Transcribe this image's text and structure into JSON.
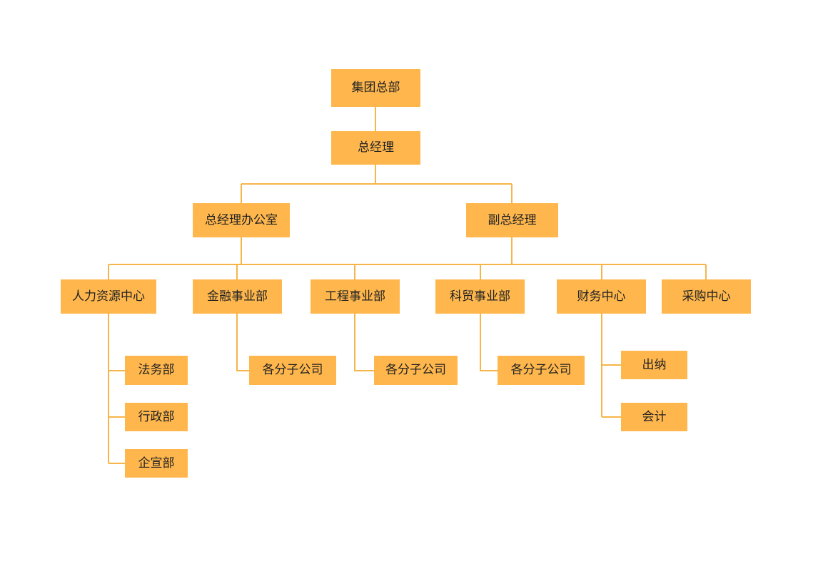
{
  "colors": {
    "node_fill": "#FFB74D",
    "connector": "#F6B548",
    "text": "#222222"
  },
  "org": {
    "root": "集团总部",
    "general_manager": "总经理",
    "gm_office": "总经理办公室",
    "deputy_gm": "副总经理",
    "departments": {
      "hr": "人力资源中心",
      "finance_biz": "金融事业部",
      "engineering": "工程事业部",
      "trade": "科贸事业部",
      "finance_center": "财务中心",
      "procurement": "采购中心"
    },
    "hr_children": [
      "法务部",
      "行政部",
      "企宣部"
    ],
    "finance_biz_child": "各分子公司",
    "engineering_child": "各分子公司",
    "trade_child": "各分子公司",
    "finance_center_children": [
      "出纳",
      "会计"
    ]
  }
}
